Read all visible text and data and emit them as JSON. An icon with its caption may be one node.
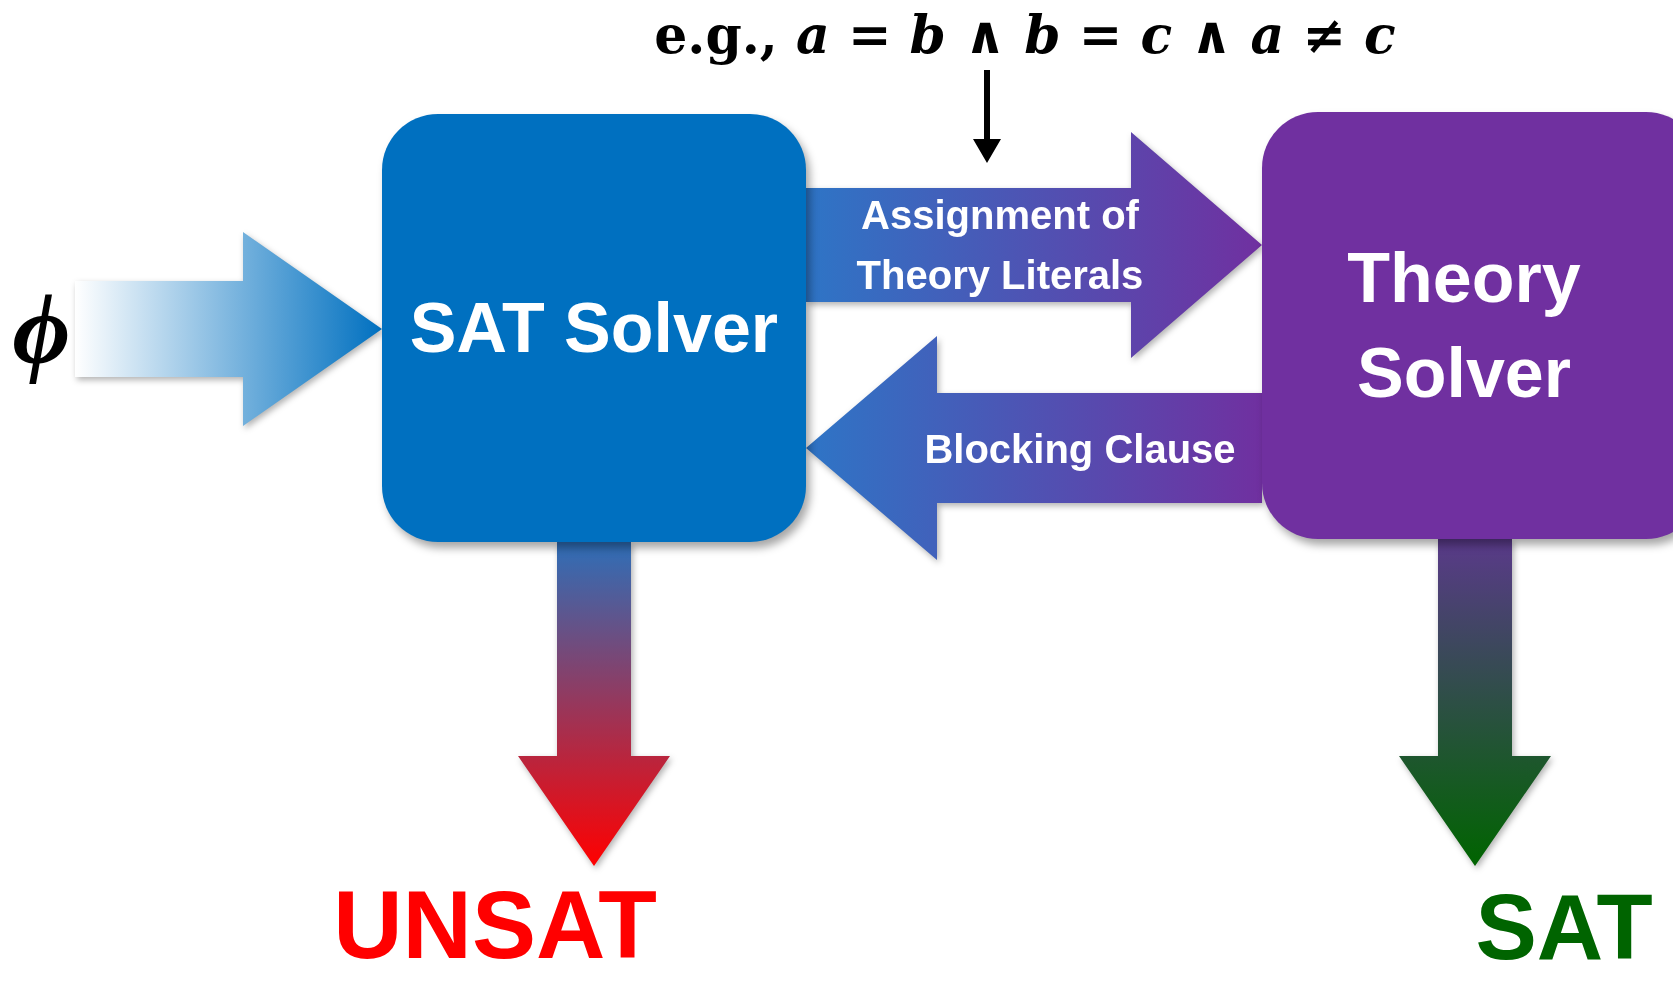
{
  "diagram": {
    "nodes": [
      {
        "text": [
          "ϕ"
        ]
      },
      {
        "text": [
          "SAT Solver"
        ]
      },
      {
        "text": [
          "Theory Solver"
        ]
      },
      {
        "text": [
          "UNSAT"
        ]
      },
      {
        "text": [
          "SAT"
        ]
      },
      {
        "text": [
          "e.g., *a* = *b* ∧ *b* = *c* ∧ *a* ≠ *c*"
        ]
      }
    ],
    "edges": [
      {
        "from": 0,
        "to": 1,
        "arrow": "to"
      },
      {
        "from": 1,
        "to": 2,
        "arrow": "to",
        "label": "Assignment of Theory Literals"
      },
      {
        "from": 2,
        "to": 1,
        "arrow": "to",
        "label": "Blocking Clause"
      },
      {
        "from": 1,
        "to": 3,
        "arrow": "to"
      },
      {
        "from": 2,
        "to": 4,
        "arrow": "to"
      },
      {
        "from": 5,
        "to": null,
        "arrow": "to"
      }
    ]
  }
}
